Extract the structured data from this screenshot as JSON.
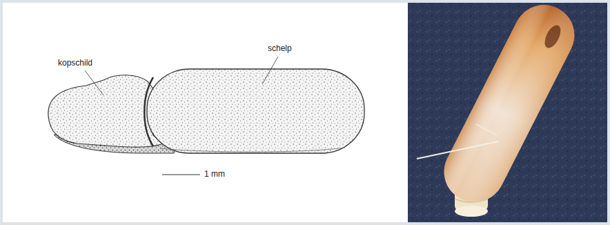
{
  "diagram": {
    "labels": [
      "kopschild",
      "schelp",
      "1 mm"
    ]
  }
}
